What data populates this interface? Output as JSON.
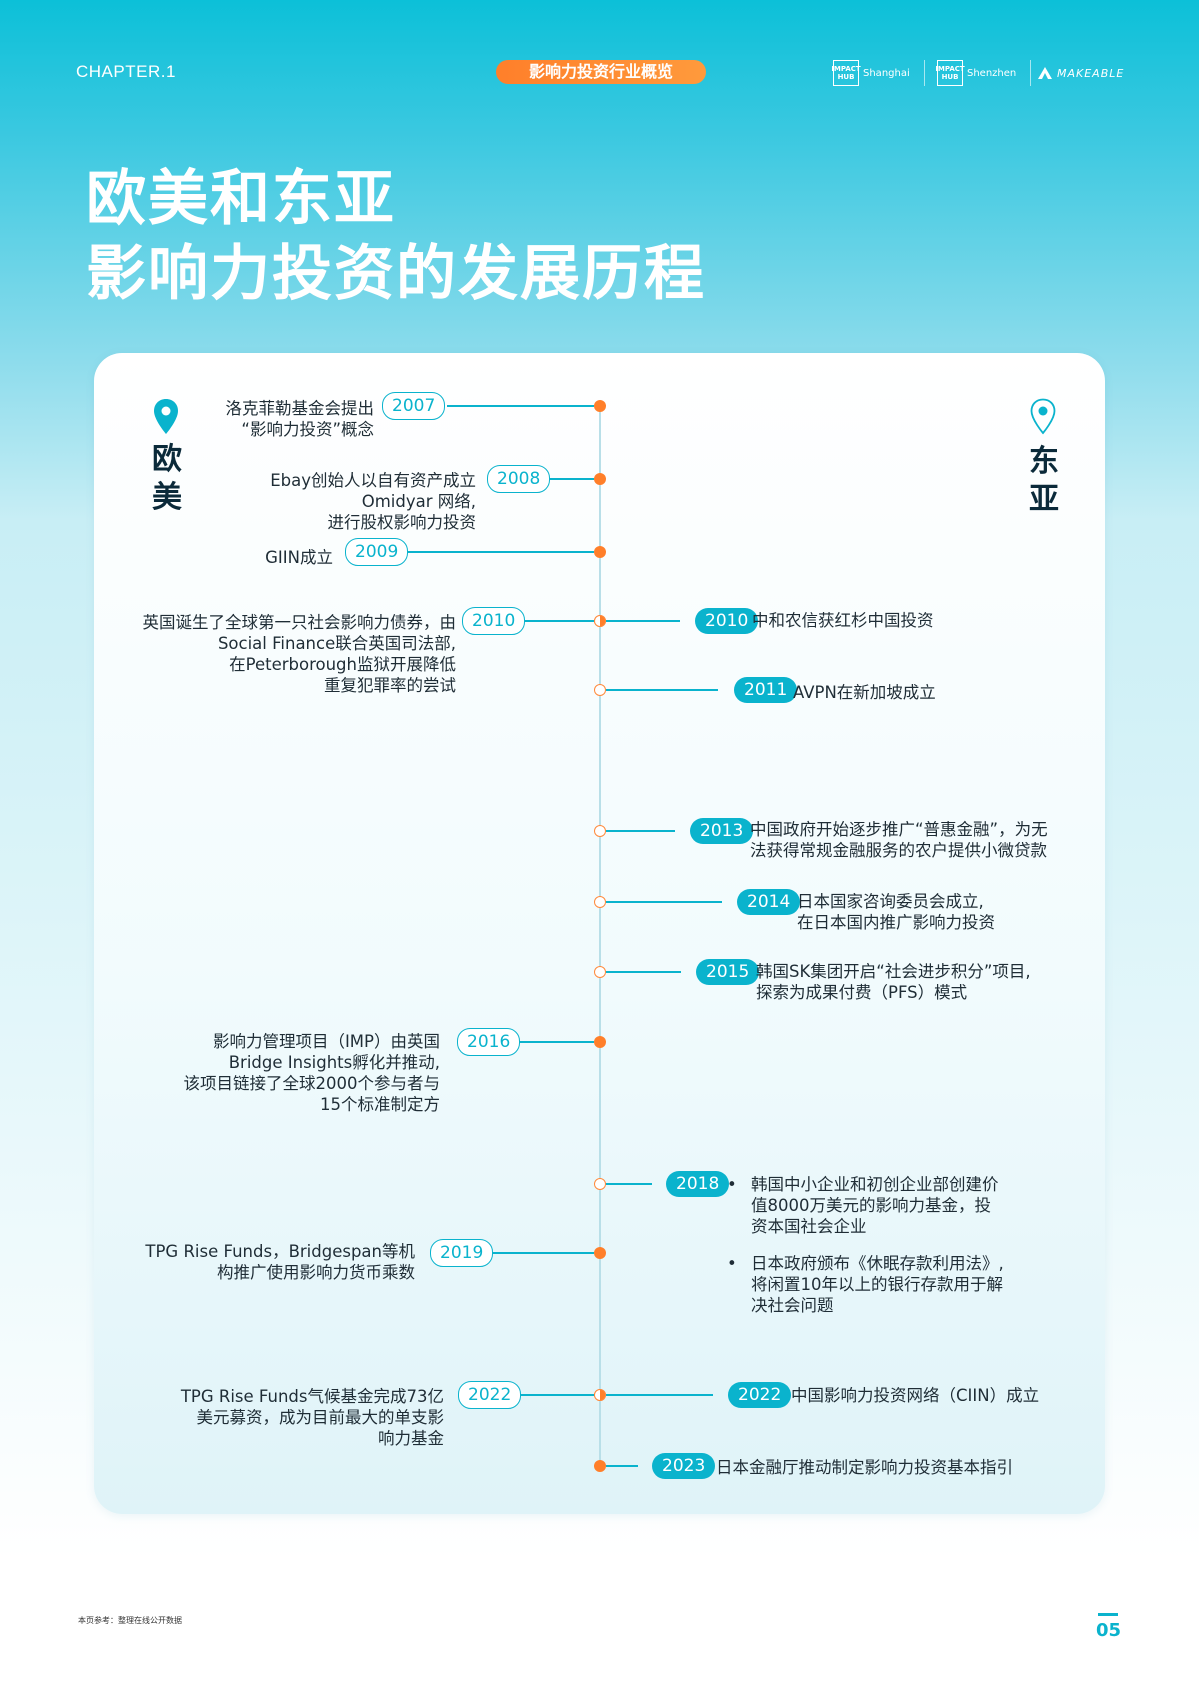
{
  "header": {
    "chapter": "CHAPTER.1",
    "topic": "影响力投资行业概览",
    "logos": [
      {
        "box": "IMPACT HUB",
        "name": "Shanghai"
      },
      {
        "box": "IMPACT HUB",
        "name": "Shenzhen"
      },
      {
        "name": "MAKEABLE"
      }
    ]
  },
  "title": {
    "line1": "欧美和东亚",
    "line2": "影响力投资的发展历程"
  },
  "regions": {
    "west": "欧美",
    "east": "东亚"
  },
  "west_events": [
    {
      "year": "2007",
      "lines": [
        "洛克菲勒基金会提出",
        "“影响力投资”概念"
      ]
    },
    {
      "year": "2008",
      "lines": [
        "Ebay创始人以自有资产成立",
        "Omidyar 网络,",
        "进行股权影响力投资"
      ]
    },
    {
      "year": "2009",
      "lines": [
        "GIIN成立"
      ]
    },
    {
      "year": "2010",
      "lines": [
        "英国诞生了全球第一只社会影响力债券，由",
        "Social Finance联合英国司法部,",
        "在Peterborough监狱开展降低",
        "重复犯罪率的尝试"
      ]
    },
    {
      "year": "2016",
      "lines": [
        "影响力管理项目（IMP）由英国",
        "Bridge Insights孵化并推动,",
        "该项目链接了全球2000个参与者与",
        "15个标准制定方"
      ]
    },
    {
      "year": "2019",
      "lines": [
        "TPG Rise Funds，Bridgespan等机",
        "构推广使用影响力货币乘数"
      ]
    },
    {
      "year": "2022",
      "lines": [
        "TPG Rise Funds气候基金完成73亿",
        "美元募资，成为目前最大的单支影",
        "响力基金"
      ]
    }
  ],
  "east_events": [
    {
      "year": "2010",
      "lines": [
        "中和农信获红杉中国投资"
      ]
    },
    {
      "year": "2011",
      "lines": [
        "AVPN在新加坡成立"
      ]
    },
    {
      "year": "2013",
      "lines": [
        "中国政府开始逐步推广“普惠金融”，为无",
        "法获得常规金融服务的农户提供小微贷款"
      ]
    },
    {
      "year": "2014",
      "lines": [
        "日本国家咨询委员会成立,",
        "在日本国内推广影响力投资"
      ]
    },
    {
      "year": "2015",
      "lines": [
        "韩国SK集团开启“社会进步积分”项目,",
        "探索为成果付费（PFS）模式"
      ]
    },
    {
      "year": "2018",
      "bullets": [
        [
          "韩国中小企业和初创企业部创建价",
          "值8000万美元的影响力基金，投",
          "资本国社会企业"
        ],
        [
          "日本政府颁布《休眠存款利用法》,",
          "将闲置10年以上的银行存款用于解",
          "决社会问题"
        ]
      ]
    },
    {
      "year": "2022",
      "lines": [
        "中国影响力投资网络（CIIN）成立"
      ]
    },
    {
      "year": "2023",
      "lines": [
        "日本金融厅推动制定影响力投资基本指引"
      ]
    }
  ],
  "footer": {
    "note": "本页参考：整理在线公开数据",
    "page": "05"
  },
  "colors": {
    "accent": "#0ab3cd",
    "orange": "#ff7f2a"
  }
}
